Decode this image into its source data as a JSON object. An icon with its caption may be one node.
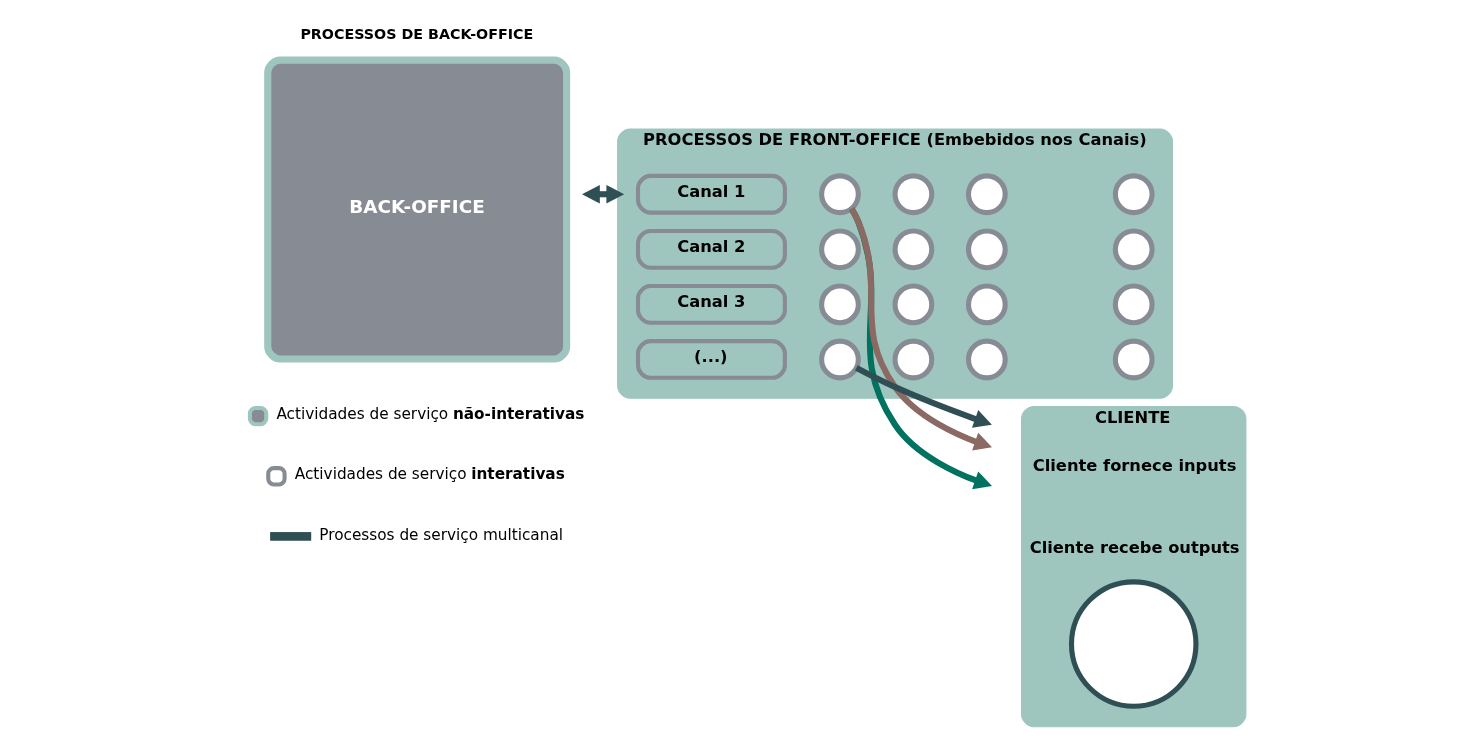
{
  "diagram": {
    "nodes": [
      {
        "text": [
          "PROCESSOS DE BACK-OFFICE",
          "BACK-OFFICE"
        ]
      },
      {
        "text": [
          "PROCESSOS DE FRONT-OFFICE (Embebidos nos Canais)"
        ]
      },
      {
        "text": [
          "Canal 1"
        ],
        "in": 1
      },
      {
        "text": [],
        "shape": "circle",
        "in": 1
      },
      {
        "text": [],
        "shape": "circle",
        "in": 1
      },
      {
        "text": [],
        "shape": "circle",
        "in": 1
      },
      {
        "text": [],
        "shape": "circle",
        "in": 1
      },
      {
        "text": [
          "Canal 2"
        ],
        "in": 1
      },
      {
        "text": [],
        "shape": "circle",
        "in": 1
      },
      {
        "text": [],
        "shape": "circle",
        "in": 1
      },
      {
        "text": [],
        "shape": "circle",
        "in": 1
      },
      {
        "text": [],
        "shape": "circle",
        "in": 1
      },
      {
        "text": [
          "Canal 3"
        ],
        "in": 1
      },
      {
        "text": [],
        "shape": "circle",
        "in": 1
      },
      {
        "text": [],
        "shape": "circle",
        "in": 1
      },
      {
        "text": [],
        "shape": "circle",
        "in": 1
      },
      {
        "text": [],
        "shape": "circle",
        "in": 1
      },
      {
        "text": [
          "(...)"
        ],
        "in": 1
      },
      {
        "text": [],
        "shape": "circle",
        "in": 1
      },
      {
        "text": [],
        "shape": "circle",
        "in": 1
      },
      {
        "text": [],
        "shape": "circle",
        "in": 1
      },
      {
        "text": [],
        "shape": "circle",
        "in": 1
      },
      {
        "text": [
          "CLIENTE",
          "Cliente fornece inputs",
          "Cliente recebe outputs"
        ]
      },
      {
        "text": [],
        "shape": "circle",
        "in": 22
      }
    ],
    "edges": [
      {
        "from": 0,
        "to": 1,
        "arrow": "both"
      },
      {
        "from": 3,
        "to": null,
        "arrow": "to",
        "color": "#00725f"
      },
      {
        "from": 3,
        "to": null,
        "arrow": "to",
        "color": "#8c6a64"
      },
      {
        "from": 18,
        "to": null,
        "arrow": "to"
      }
    ],
    "legend": [
      {
        "text": "Actividades de serviço **não-interativas**"
      },
      {
        "text": "Actividades de serviço **interativas**"
      },
      {
        "text": "Processos de serviço multicanal"
      }
    ]
  }
}
